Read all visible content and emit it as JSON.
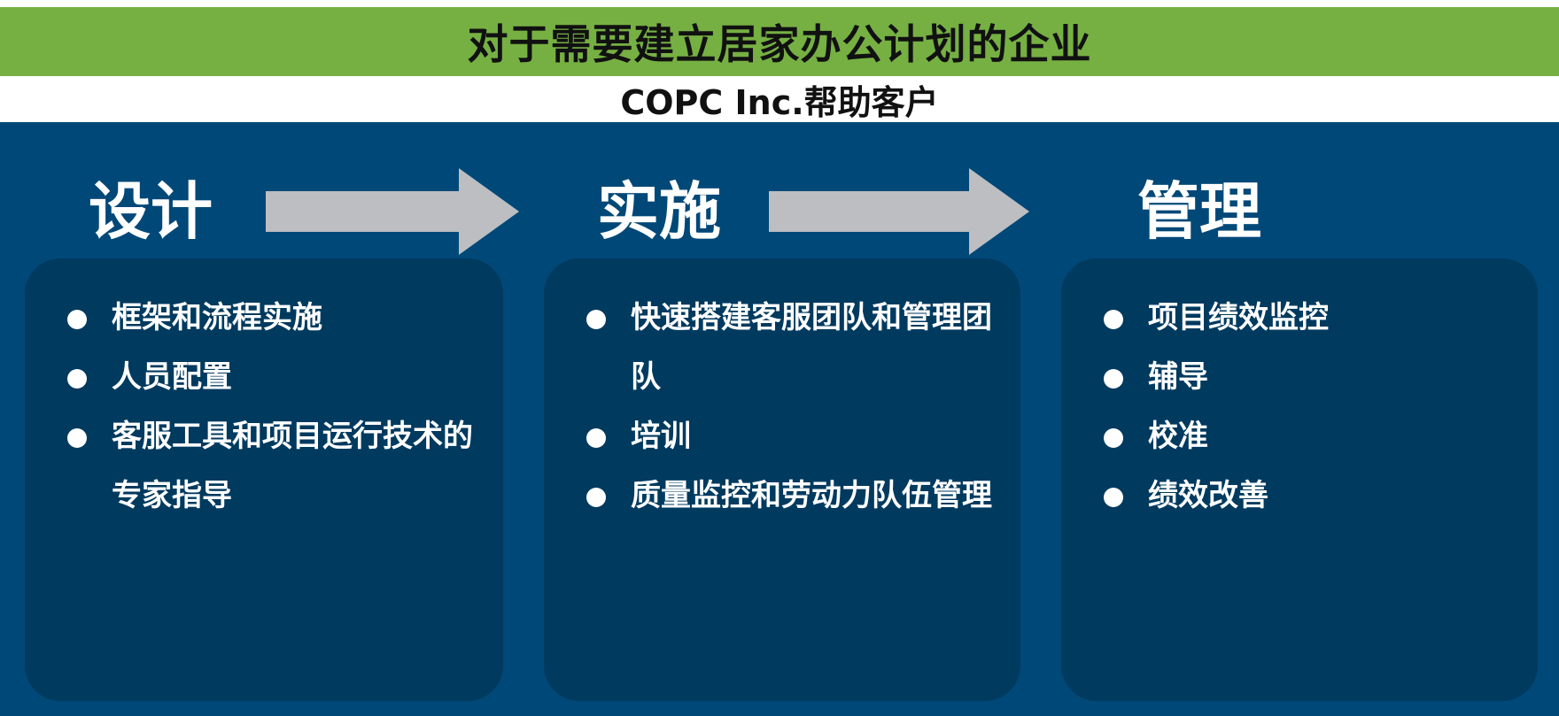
{
  "header": {
    "title": "对于需要建立居家办公计划的企业",
    "subtitle": "COPC Inc.帮助客户"
  },
  "colors": {
    "title_bar": "#76b043",
    "main_background": "#004878",
    "panel": "#003a5f",
    "arrow": "#bcbec1",
    "text": "#ffffff"
  },
  "stages": [
    {
      "title": "设计",
      "items": [
        "框架和流程实施",
        "人员配置",
        "客服工具和项目运行技术的专家指导"
      ]
    },
    {
      "title": "实施",
      "items": [
        "快速搭建客服团队和管理团队",
        "培训",
        "质量监控和劳动力队伍管理"
      ]
    },
    {
      "title": "管理",
      "items": [
        "项目绩效监控",
        "辅导",
        "校准",
        "绩效改善"
      ]
    }
  ]
}
